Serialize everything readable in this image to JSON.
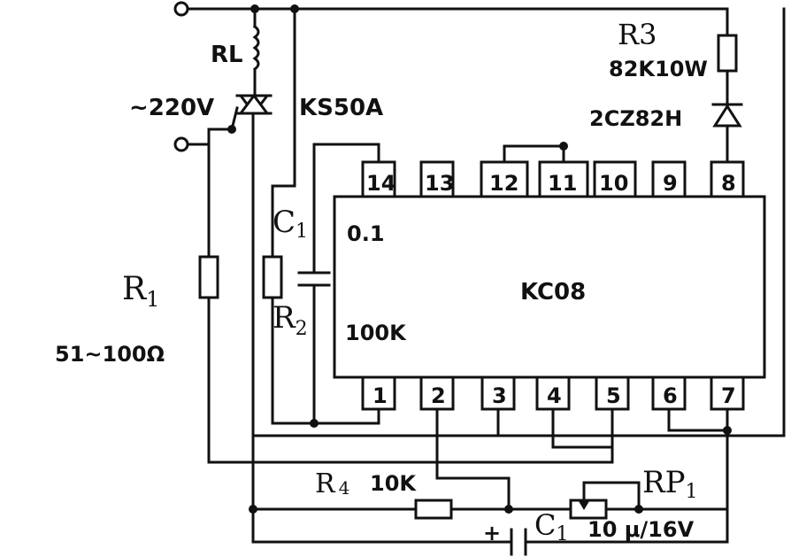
{
  "chip": {
    "name": "KC08",
    "top_pins": [
      "14",
      "13",
      "12",
      "11",
      "10",
      "9",
      "8"
    ],
    "bottom_pins": [
      "1",
      "2",
      "3",
      "4",
      "5",
      "6",
      "7"
    ],
    "cap_label": "0.1",
    "res_label": "100K"
  },
  "labels": {
    "relay": "RL",
    "supply": "~220V",
    "triac": "KS50A",
    "r3_name": "R3",
    "r3_value": "82K10W",
    "diode": "2CZ82H",
    "c1_top": "C",
    "c1_top_sub": "1",
    "r1_name": "R",
    "r1_sub": "1",
    "r1_value": "51~100Ω",
    "r2_name": "R",
    "r2_sub": "2",
    "r4_name": "R",
    "r4_sub": "4",
    "r4_value": "10K",
    "rp1_name": "RP",
    "rp1_sub": "1",
    "c1_bottom": "C",
    "c1_bottom_sub": "1",
    "c1_bottom_value": "10 μ/16V",
    "polarity": "+"
  }
}
